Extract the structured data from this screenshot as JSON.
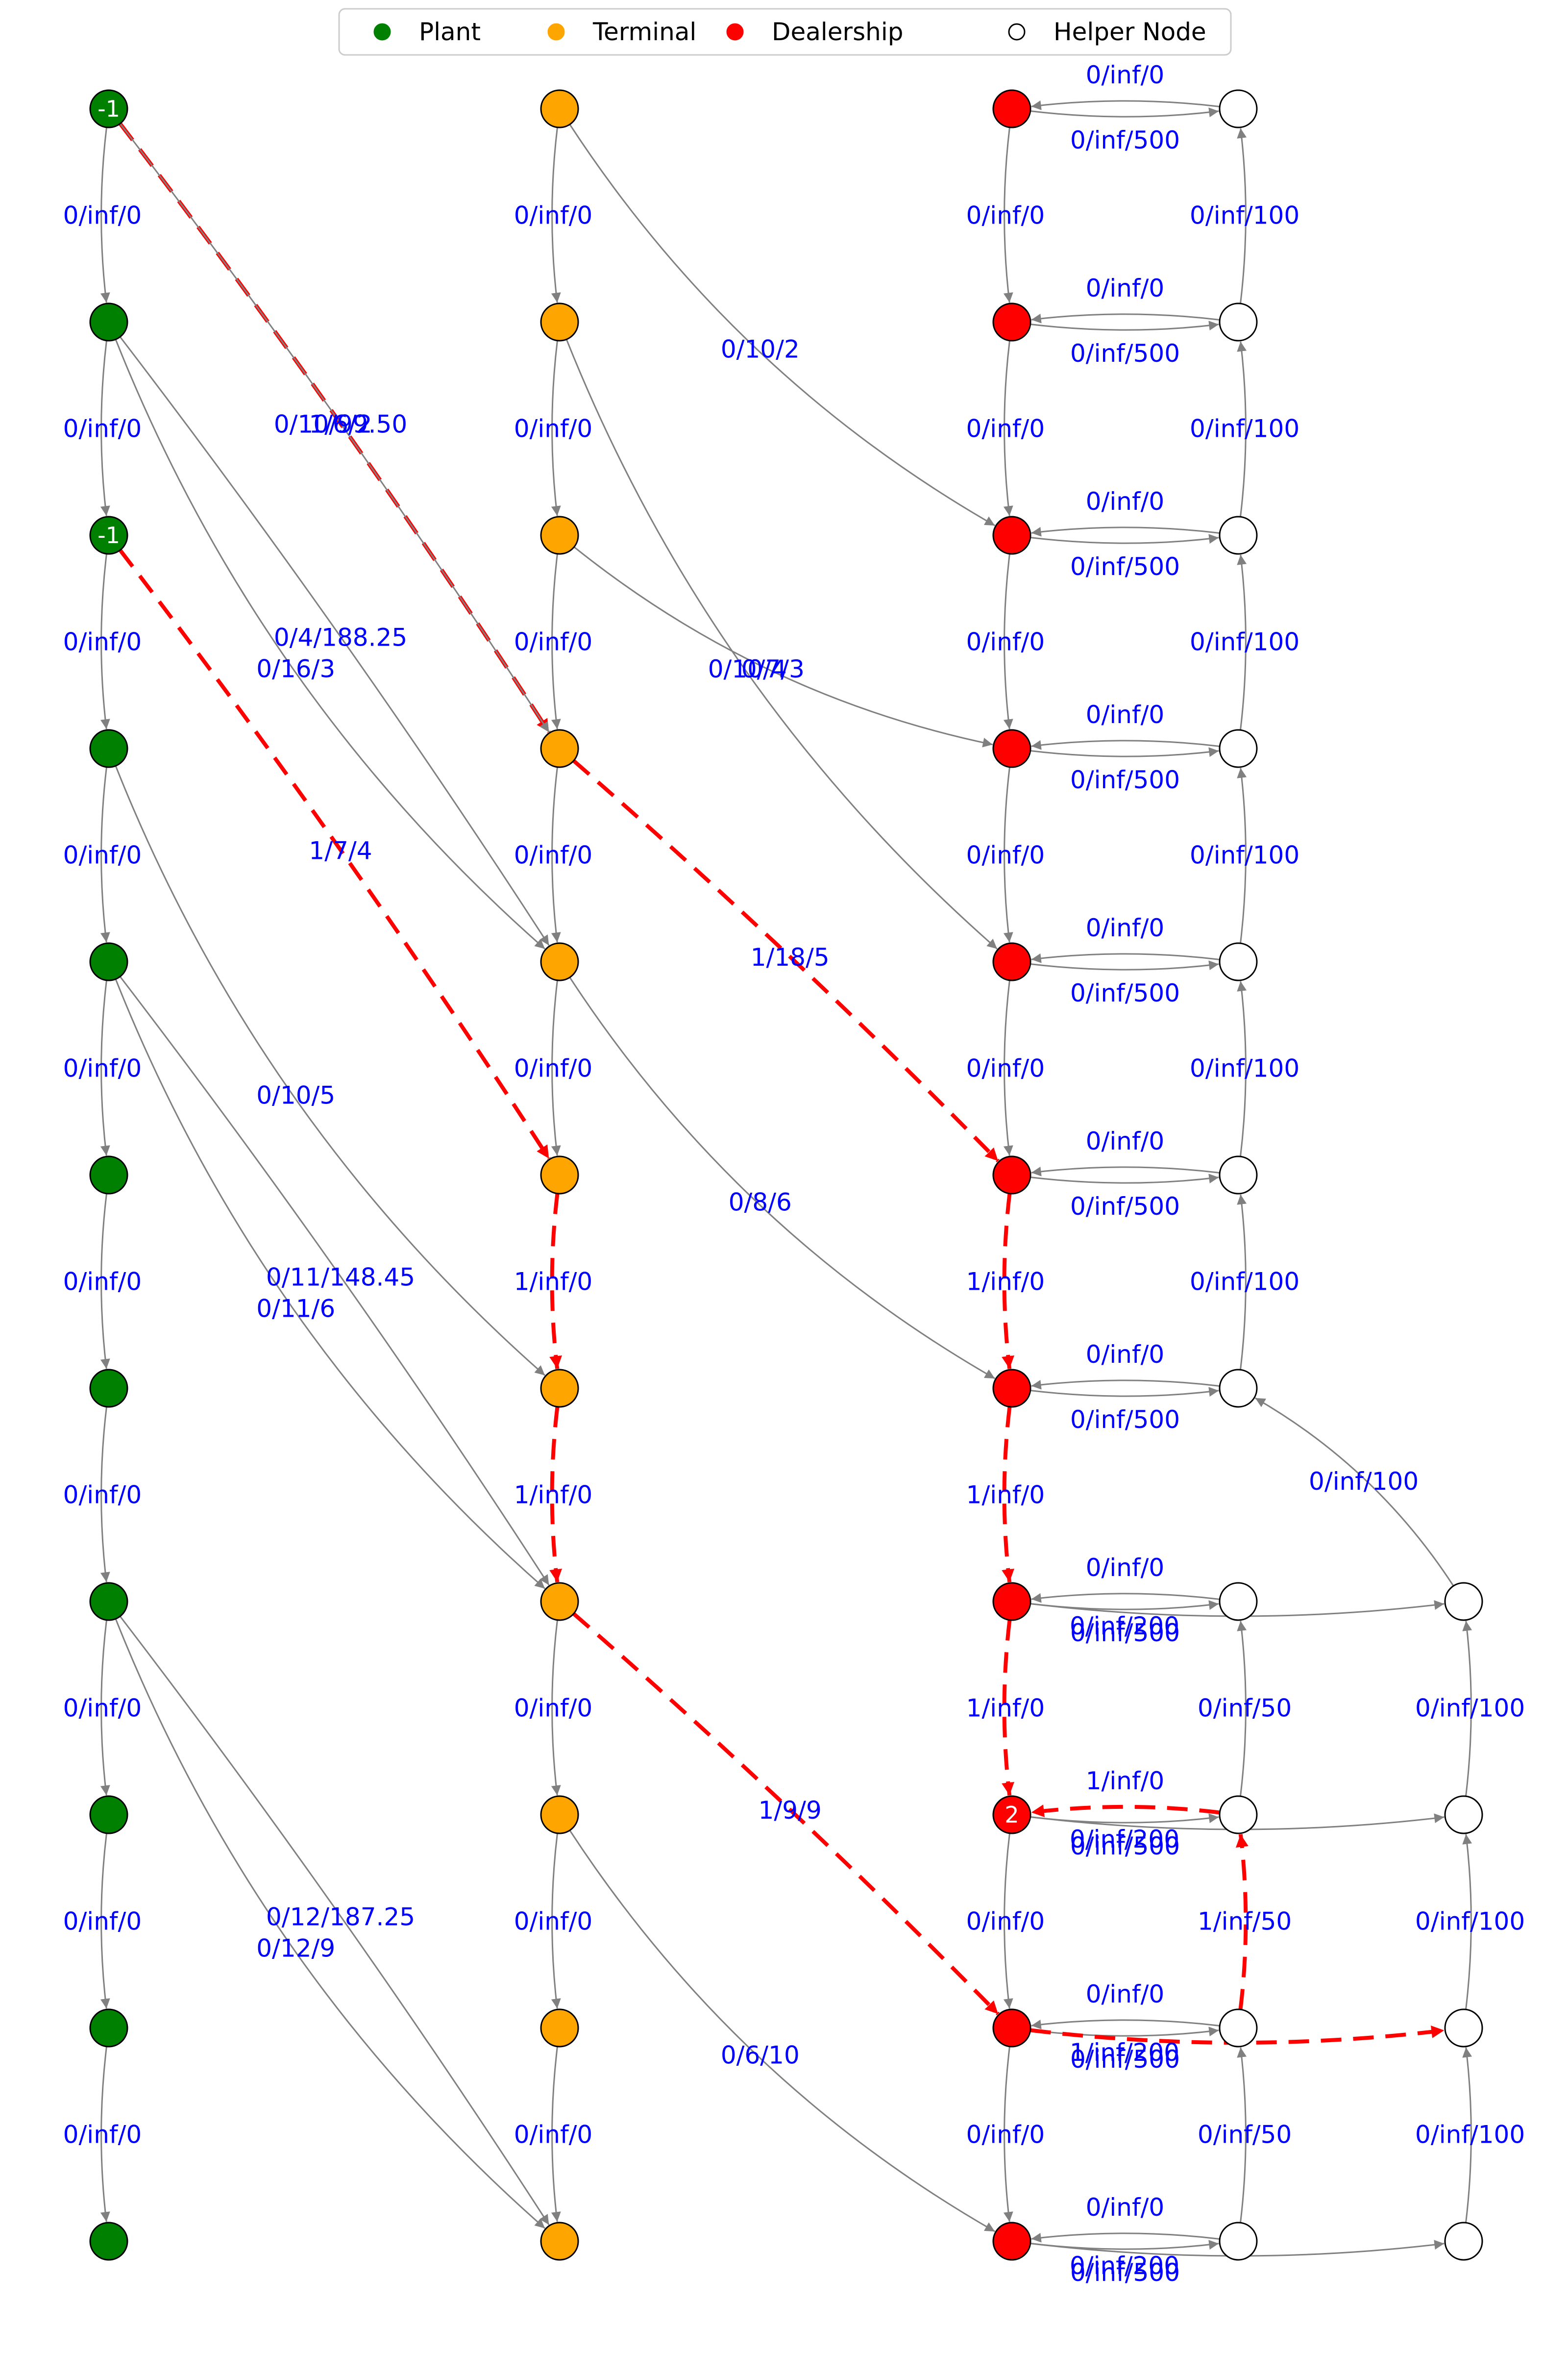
{
  "legend": [
    {
      "label": "Plant",
      "color": "#008000",
      "hollow": false
    },
    {
      "label": "Terminal",
      "color": "#ffa500",
      "hollow": false
    },
    {
      "label": "Dealership",
      "color": "#ff0000",
      "hollow": false
    },
    {
      "label": "Helper Node",
      "color": "#ffffff",
      "hollow": true
    }
  ],
  "colors": {
    "plant": "#008000",
    "terminal": "#ffa500",
    "dealership": "#ff0000",
    "helper": "#ffffff",
    "edge": "#808080",
    "active_edge": "#ff0000",
    "edge_label": "#0000ff"
  },
  "nodes": [
    {
      "id": "P0",
      "type": "plant",
      "col": 0,
      "row": 0,
      "label": "-1"
    },
    {
      "id": "P1",
      "type": "plant",
      "col": 0,
      "row": 1,
      "label": ""
    },
    {
      "id": "P2",
      "type": "plant",
      "col": 0,
      "row": 2,
      "label": "-1"
    },
    {
      "id": "P3",
      "type": "plant",
      "col": 0,
      "row": 3,
      "label": ""
    },
    {
      "id": "P4",
      "type": "plant",
      "col": 0,
      "row": 4,
      "label": ""
    },
    {
      "id": "P5",
      "type": "plant",
      "col": 0,
      "row": 5,
      "label": ""
    },
    {
      "id": "P6",
      "type": "plant",
      "col": 0,
      "row": 6,
      "label": ""
    },
    {
      "id": "P7",
      "type": "plant",
      "col": 0,
      "row": 7,
      "label": ""
    },
    {
      "id": "P8",
      "type": "plant",
      "col": 0,
      "row": 8,
      "label": ""
    },
    {
      "id": "P9",
      "type": "plant",
      "col": 0,
      "row": 9,
      "label": ""
    },
    {
      "id": "P10",
      "type": "plant",
      "col": 0,
      "row": 10,
      "label": ""
    },
    {
      "id": "T0",
      "type": "terminal",
      "col": 1,
      "row": 0,
      "label": ""
    },
    {
      "id": "T1",
      "type": "terminal",
      "col": 1,
      "row": 1,
      "label": ""
    },
    {
      "id": "T2",
      "type": "terminal",
      "col": 1,
      "row": 2,
      "label": ""
    },
    {
      "id": "T3",
      "type": "terminal",
      "col": 1,
      "row": 3,
      "label": ""
    },
    {
      "id": "T4",
      "type": "terminal",
      "col": 1,
      "row": 4,
      "label": ""
    },
    {
      "id": "T5",
      "type": "terminal",
      "col": 1,
      "row": 5,
      "label": ""
    },
    {
      "id": "T6",
      "type": "terminal",
      "col": 1,
      "row": 6,
      "label": ""
    },
    {
      "id": "T7",
      "type": "terminal",
      "col": 1,
      "row": 7,
      "label": ""
    },
    {
      "id": "T8",
      "type": "terminal",
      "col": 1,
      "row": 8,
      "label": ""
    },
    {
      "id": "T9",
      "type": "terminal",
      "col": 1,
      "row": 9,
      "label": ""
    },
    {
      "id": "T10",
      "type": "terminal",
      "col": 1,
      "row": 10,
      "label": ""
    },
    {
      "id": "D0",
      "type": "dealership",
      "col": 2,
      "row": 0,
      "label": ""
    },
    {
      "id": "D1",
      "type": "dealership",
      "col": 2,
      "row": 1,
      "label": ""
    },
    {
      "id": "D2",
      "type": "dealership",
      "col": 2,
      "row": 2,
      "label": ""
    },
    {
      "id": "D3",
      "type": "dealership",
      "col": 2,
      "row": 3,
      "label": ""
    },
    {
      "id": "D4",
      "type": "dealership",
      "col": 2,
      "row": 4,
      "label": ""
    },
    {
      "id": "D5",
      "type": "dealership",
      "col": 2,
      "row": 5,
      "label": ""
    },
    {
      "id": "D6",
      "type": "dealership",
      "col": 2,
      "row": 6,
      "label": ""
    },
    {
      "id": "D7",
      "type": "dealership",
      "col": 2,
      "row": 7,
      "label": ""
    },
    {
      "id": "D8",
      "type": "dealership",
      "col": 2,
      "row": 8,
      "label": "2"
    },
    {
      "id": "D9",
      "type": "dealership",
      "col": 2,
      "row": 9,
      "label": ""
    },
    {
      "id": "D10",
      "type": "dealership",
      "col": 2,
      "row": 10,
      "label": ""
    },
    {
      "id": "H0",
      "type": "helper",
      "col": 3,
      "row": 0,
      "label": ""
    },
    {
      "id": "H1",
      "type": "helper",
      "col": 3,
      "row": 1,
      "label": ""
    },
    {
      "id": "H2",
      "type": "helper",
      "col": 3,
      "row": 2,
      "label": ""
    },
    {
      "id": "H3",
      "type": "helper",
      "col": 3,
      "row": 3,
      "label": ""
    },
    {
      "id": "H4",
      "type": "helper",
      "col": 3,
      "row": 4,
      "label": ""
    },
    {
      "id": "H5",
      "type": "helper",
      "col": 3,
      "row": 5,
      "label": ""
    },
    {
      "id": "H6",
      "type": "helper",
      "col": 3,
      "row": 6,
      "label": ""
    },
    {
      "id": "H7",
      "type": "helper",
      "col": 3,
      "row": 7,
      "label": ""
    },
    {
      "id": "H8",
      "type": "helper",
      "col": 3,
      "row": 8,
      "label": ""
    },
    {
      "id": "H9",
      "type": "helper",
      "col": 3,
      "row": 9,
      "label": ""
    },
    {
      "id": "H10",
      "type": "helper",
      "col": 3,
      "row": 10,
      "label": ""
    },
    {
      "id": "G7",
      "type": "helper",
      "col": 4,
      "row": 7,
      "label": ""
    },
    {
      "id": "G8",
      "type": "helper",
      "col": 4,
      "row": 8,
      "label": ""
    },
    {
      "id": "G9",
      "type": "helper",
      "col": 4,
      "row": 9,
      "label": ""
    },
    {
      "id": "G10",
      "type": "helper",
      "col": 4,
      "row": 10,
      "label": ""
    }
  ],
  "edges": [
    {
      "from": "P0",
      "to": "P1",
      "label": "0/inf/0",
      "active": false
    },
    {
      "from": "P1",
      "to": "P2",
      "label": "0/inf/0",
      "active": false
    },
    {
      "from": "P2",
      "to": "P3",
      "label": "0/inf/0",
      "active": false
    },
    {
      "from": "P3",
      "to": "P4",
      "label": "0/inf/0",
      "active": false
    },
    {
      "from": "P4",
      "to": "P5",
      "label": "0/inf/0",
      "active": false
    },
    {
      "from": "P5",
      "to": "P6",
      "label": "0/inf/0",
      "active": false
    },
    {
      "from": "P6",
      "to": "P7",
      "label": "0/inf/0",
      "active": false
    },
    {
      "from": "P7",
      "to": "P8",
      "label": "0/inf/0",
      "active": false
    },
    {
      "from": "P8",
      "to": "P9",
      "label": "0/inf/0",
      "active": false
    },
    {
      "from": "P9",
      "to": "P10",
      "label": "0/inf/0",
      "active": false
    },
    {
      "from": "T0",
      "to": "T1",
      "label": "0/inf/0",
      "active": false
    },
    {
      "from": "T1",
      "to": "T2",
      "label": "0/inf/0",
      "active": false
    },
    {
      "from": "T2",
      "to": "T3",
      "label": "0/inf/0",
      "active": false
    },
    {
      "from": "T3",
      "to": "T4",
      "label": "0/inf/0",
      "active": false
    },
    {
      "from": "T4",
      "to": "T5",
      "label": "0/inf/0",
      "active": false
    },
    {
      "from": "T5",
      "to": "T6",
      "label": "1/inf/0",
      "active": true
    },
    {
      "from": "T6",
      "to": "T7",
      "label": "1/inf/0",
      "active": true
    },
    {
      "from": "T7",
      "to": "T8",
      "label": "0/inf/0",
      "active": false
    },
    {
      "from": "T8",
      "to": "T9",
      "label": "0/inf/0",
      "active": false
    },
    {
      "from": "T9",
      "to": "T10",
      "label": "0/inf/0",
      "active": false
    },
    {
      "from": "D0",
      "to": "D1",
      "label": "0/inf/0",
      "active": false
    },
    {
      "from": "D1",
      "to": "D2",
      "label": "0/inf/0",
      "active": false
    },
    {
      "from": "D2",
      "to": "D3",
      "label": "0/inf/0",
      "active": false
    },
    {
      "from": "D3",
      "to": "D4",
      "label": "0/inf/0",
      "active": false
    },
    {
      "from": "D4",
      "to": "D5",
      "label": "0/inf/0",
      "active": false
    },
    {
      "from": "D5",
      "to": "D6",
      "label": "1/inf/0",
      "active": true
    },
    {
      "from": "D6",
      "to": "D7",
      "label": "1/inf/0",
      "active": true
    },
    {
      "from": "D7",
      "to": "D8",
      "label": "1/inf/0",
      "active": true
    },
    {
      "from": "D8",
      "to": "D9",
      "label": "0/inf/0",
      "active": false
    },
    {
      "from": "D9",
      "to": "D10",
      "label": "0/inf/0",
      "active": false
    },
    {
      "from": "H1",
      "to": "H0",
      "label": "0/inf/100",
      "active": false
    },
    {
      "from": "H2",
      "to": "H1",
      "label": "0/inf/100",
      "active": false
    },
    {
      "from": "H3",
      "to": "H2",
      "label": "0/inf/100",
      "active": false
    },
    {
      "from": "H4",
      "to": "H3",
      "label": "0/inf/100",
      "active": false
    },
    {
      "from": "H5",
      "to": "H4",
      "label": "0/inf/100",
      "active": false
    },
    {
      "from": "H6",
      "to": "H5",
      "label": "0/inf/100",
      "active": false
    },
    {
      "from": "G7",
      "to": "H6",
      "label": "0/inf/100",
      "active": false
    },
    {
      "from": "G8",
      "to": "G7",
      "label": "0/inf/100",
      "active": false
    },
    {
      "from": "G9",
      "to": "G8",
      "label": "0/inf/100",
      "active": false
    },
    {
      "from": "G10",
      "to": "G9",
      "label": "0/inf/100",
      "active": false
    },
    {
      "from": "H8",
      "to": "H7",
      "label": "0/inf/50",
      "active": false
    },
    {
      "from": "H9",
      "to": "H8",
      "label": "1/inf/50",
      "active": true
    },
    {
      "from": "H10",
      "to": "H9",
      "label": "0/inf/50",
      "active": false
    },
    {
      "from": "H0",
      "to": "D0",
      "label": "0/inf/0",
      "active": false
    },
    {
      "from": "D0",
      "to": "H0",
      "label": "0/inf/500",
      "active": false
    },
    {
      "from": "H1",
      "to": "D1",
      "label": "0/inf/0",
      "active": false
    },
    {
      "from": "D1",
      "to": "H1",
      "label": "0/inf/500",
      "active": false
    },
    {
      "from": "H2",
      "to": "D2",
      "label": "0/inf/0",
      "active": false
    },
    {
      "from": "D2",
      "to": "H2",
      "label": "0/inf/500",
      "active": false
    },
    {
      "from": "H3",
      "to": "D3",
      "label": "0/inf/0",
      "active": false
    },
    {
      "from": "D3",
      "to": "H3",
      "label": "0/inf/500",
      "active": false
    },
    {
      "from": "H4",
      "to": "D4",
      "label": "0/inf/0",
      "active": false
    },
    {
      "from": "D4",
      "to": "H4",
      "label": "0/inf/500",
      "active": false
    },
    {
      "from": "H5",
      "to": "D5",
      "label": "0/inf/0",
      "active": false
    },
    {
      "from": "D5",
      "to": "H5",
      "label": "0/inf/500",
      "active": false
    },
    {
      "from": "H6",
      "to": "D6",
      "label": "0/inf/0",
      "active": false
    },
    {
      "from": "D6",
      "to": "H6",
      "label": "0/inf/500",
      "active": false
    },
    {
      "from": "H7",
      "to": "D7",
      "label": "0/inf/0",
      "active": false
    },
    {
      "from": "D7",
      "to": "H7",
      "label": "0/inf/500",
      "active": false
    },
    {
      "from": "D7",
      "to": "G7",
      "label": "0/inf/200",
      "active": false
    },
    {
      "from": "H8",
      "to": "D8",
      "label": "1/inf/0",
      "active": true
    },
    {
      "from": "D8",
      "to": "H8",
      "label": "0/inf/500",
      "active": false
    },
    {
      "from": "D8",
      "to": "G8",
      "label": "0/inf/200",
      "active": false
    },
    {
      "from": "H9",
      "to": "D9",
      "label": "0/inf/0",
      "active": false
    },
    {
      "from": "D9",
      "to": "H9",
      "label": "0/inf/500",
      "active": false
    },
    {
      "from": "D9",
      "to": "G9",
      "label": "1/inf/200",
      "active": true
    },
    {
      "from": "H10",
      "to": "D10",
      "label": "0/inf/0",
      "active": false
    },
    {
      "from": "D10",
      "to": "H10",
      "label": "0/inf/500",
      "active": false
    },
    {
      "from": "D10",
      "to": "G10",
      "label": "0/inf/200",
      "active": false
    },
    {
      "from": "P0",
      "to": "T3",
      "label": "1/6/2",
      "active": true
    },
    {
      "from": "P0",
      "to": "T3",
      "label": "0/10/99.50",
      "active": false
    },
    {
      "from": "P1",
      "to": "T4",
      "label": "0/16/3",
      "active": false
    },
    {
      "from": "P1",
      "to": "T4",
      "label": "0/4/188.25",
      "active": false
    },
    {
      "from": "P2",
      "to": "T5",
      "label": "1/7/4",
      "active": true
    },
    {
      "from": "P3",
      "to": "T6",
      "label": "0/10/5",
      "active": false
    },
    {
      "from": "P4",
      "to": "T7",
      "label": "0/11/6",
      "active": false
    },
    {
      "from": "P4",
      "to": "T7",
      "label": "0/11/148.45",
      "active": false
    },
    {
      "from": "P7",
      "to": "T10",
      "label": "0/12/9",
      "active": false
    },
    {
      "from": "P7",
      "to": "T10",
      "label": "0/12/187.25",
      "active": false
    },
    {
      "from": "T0",
      "to": "D2",
      "label": "0/10/2",
      "active": false
    },
    {
      "from": "T2",
      "to": "D3",
      "label": "0/7/3",
      "active": false
    },
    {
      "from": "T1",
      "to": "D4",
      "label": "0/10/4",
      "active": false
    },
    {
      "from": "T3",
      "to": "D5",
      "label": "1/18/5",
      "active": true
    },
    {
      "from": "T4",
      "to": "D6",
      "label": "0/8/6",
      "active": false
    },
    {
      "from": "T7",
      "to": "D9",
      "label": "1/9/9",
      "active": true
    },
    {
      "from": "T8",
      "to": "D10",
      "label": "0/6/10",
      "active": false
    }
  ]
}
